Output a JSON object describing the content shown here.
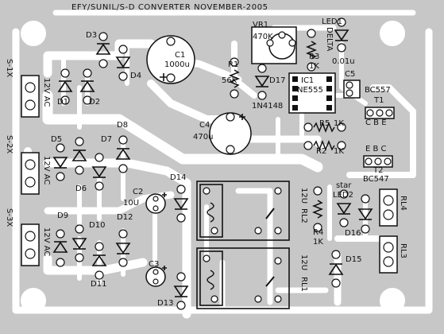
{
  "board": {
    "title": "EFY/SUNIL/S-D CONVERTER NOVEMBER-2005",
    "background": "#c7c7c7",
    "copper_color": "#ffffff",
    "ink_color": "#111111"
  },
  "labels": {
    "d3": "D3",
    "d4": "D4",
    "d1": "D1",
    "d2": "D2",
    "c1": "C1",
    "c1_val": "1000u",
    "vr1": "VR1",
    "vr1_val": "470K",
    "led1": "LED1",
    "delta": "DELTA",
    "r3": "R3",
    "r3_val": "1K",
    "cap_val": "0.01u",
    "r1": "R1",
    "r1_val": "56K",
    "d17": "D17",
    "d17_part": "1N4148",
    "ic1": "IC1",
    "ic1_part": "NE555",
    "c5": "C5",
    "bc557": "BC557",
    "t1": "T1",
    "t1_pins": "C B E",
    "r5": "R5",
    "r5_val": "1K",
    "r2": "R2",
    "r2_val": "1K",
    "t2_pins": "E B C",
    "t2": "T2",
    "bc547": "BC547",
    "c4": "C4",
    "c4_val": "470u",
    "s1": "S-1X",
    "s1_ac": "12V AC",
    "s2": "S-2X",
    "s2_ac": "12V AC",
    "s3": "S-3X",
    "s3_ac": "12V AC",
    "d5": "D5",
    "d6": "D6",
    "d7": "D7",
    "d8": "D8",
    "d9": "D9",
    "d10": "D10",
    "d11": "D11",
    "d12": "D12",
    "d13": "D13",
    "d14": "D14",
    "d15": "D15",
    "d16": "D16",
    "c2": "C2",
    "c2_val": "10U",
    "c3": "C3",
    "rl1": "RL1",
    "rl1_v": "12U",
    "rl2": "RL2",
    "rl2_v": "12U",
    "rl3": "RL3",
    "rl4": "RL4",
    "star": "star",
    "led2": "LED2",
    "r4": "R4",
    "r4_val": "1K"
  }
}
